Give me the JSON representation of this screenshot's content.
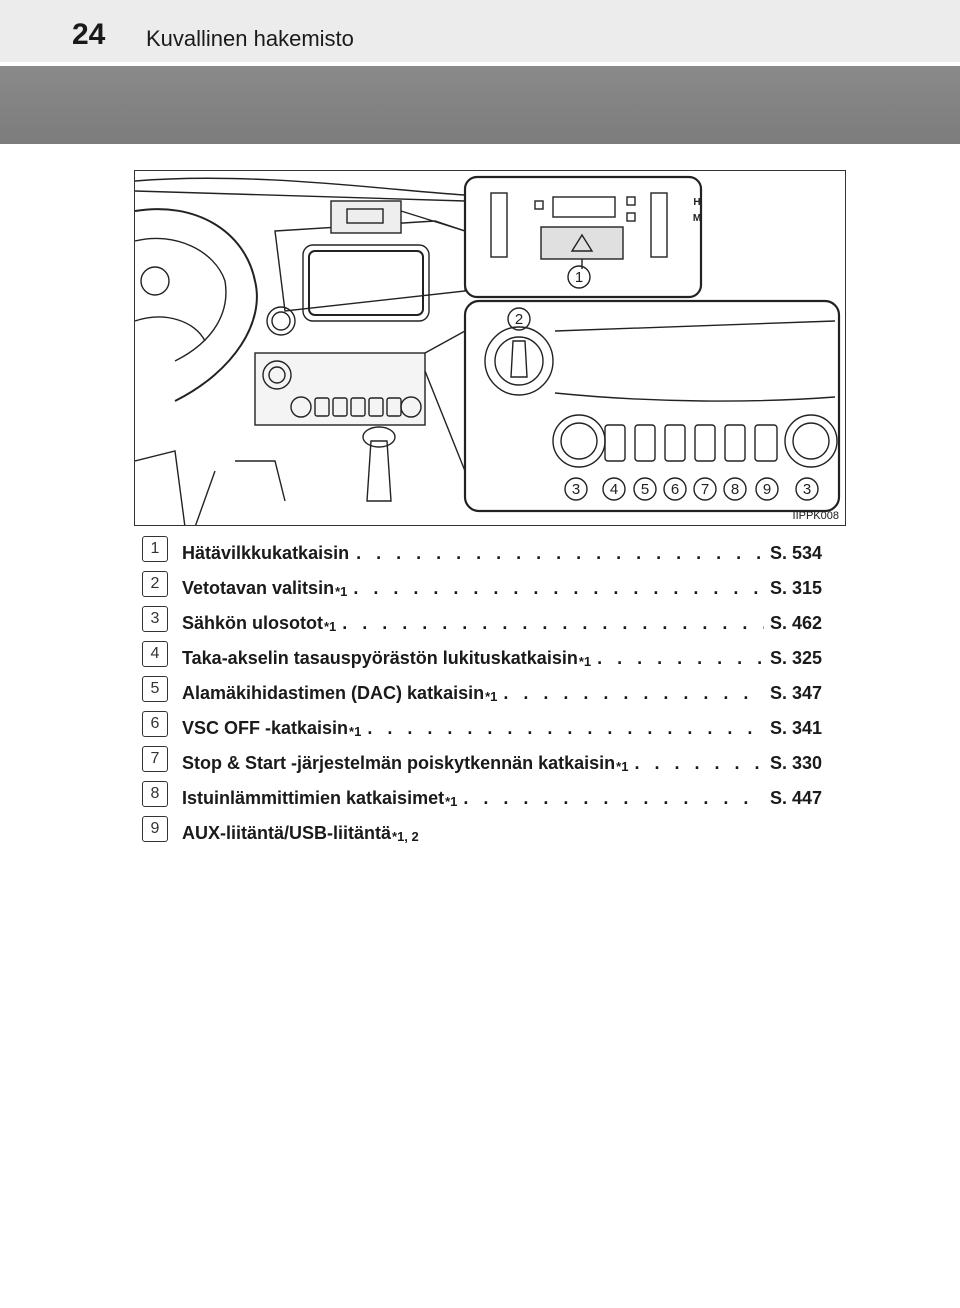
{
  "header": {
    "page_number": "24",
    "title": "Kuvallinen hakemisto"
  },
  "figure": {
    "code": "IIPPK008",
    "callouts": [
      "1",
      "2",
      "3",
      "4",
      "5",
      "6",
      "7",
      "8",
      "9",
      "3"
    ],
    "panel_letters": [
      "H",
      "M"
    ]
  },
  "items": [
    {
      "num": "1",
      "label": "Hätävilkkukatkaisin",
      "sup": "",
      "page": "S. 534"
    },
    {
      "num": "2",
      "label": "Vetotavan valitsin",
      "sup": "*1",
      "page": "S. 315"
    },
    {
      "num": "3",
      "label": "Sähkön ulosotot",
      "sup": "*1",
      "page": "S. 462"
    },
    {
      "num": "4",
      "label": "Taka-akselin tasauspyörästön lukituskatkaisin",
      "sup": "*1",
      "page": "S. 325"
    },
    {
      "num": "5",
      "label": "Alamäkihidastimen (DAC) katkaisin",
      "sup": "*1",
      "page": "S. 347"
    },
    {
      "num": "6",
      "label": "VSC OFF -katkaisin",
      "sup": "*1",
      "page": "S. 341"
    },
    {
      "num": "7",
      "label": "Stop & Start -järjestelmän poiskytkennän katkaisin",
      "sup": "*1",
      "page": "S. 330"
    },
    {
      "num": "8",
      "label": "Istuinlämmittimien katkaisimet",
      "sup": "*1",
      "page": "S. 447"
    },
    {
      "num": "9",
      "label": "AUX-liitäntä/USB-liitäntä",
      "sup": "*1, 2",
      "page": ""
    }
  ]
}
